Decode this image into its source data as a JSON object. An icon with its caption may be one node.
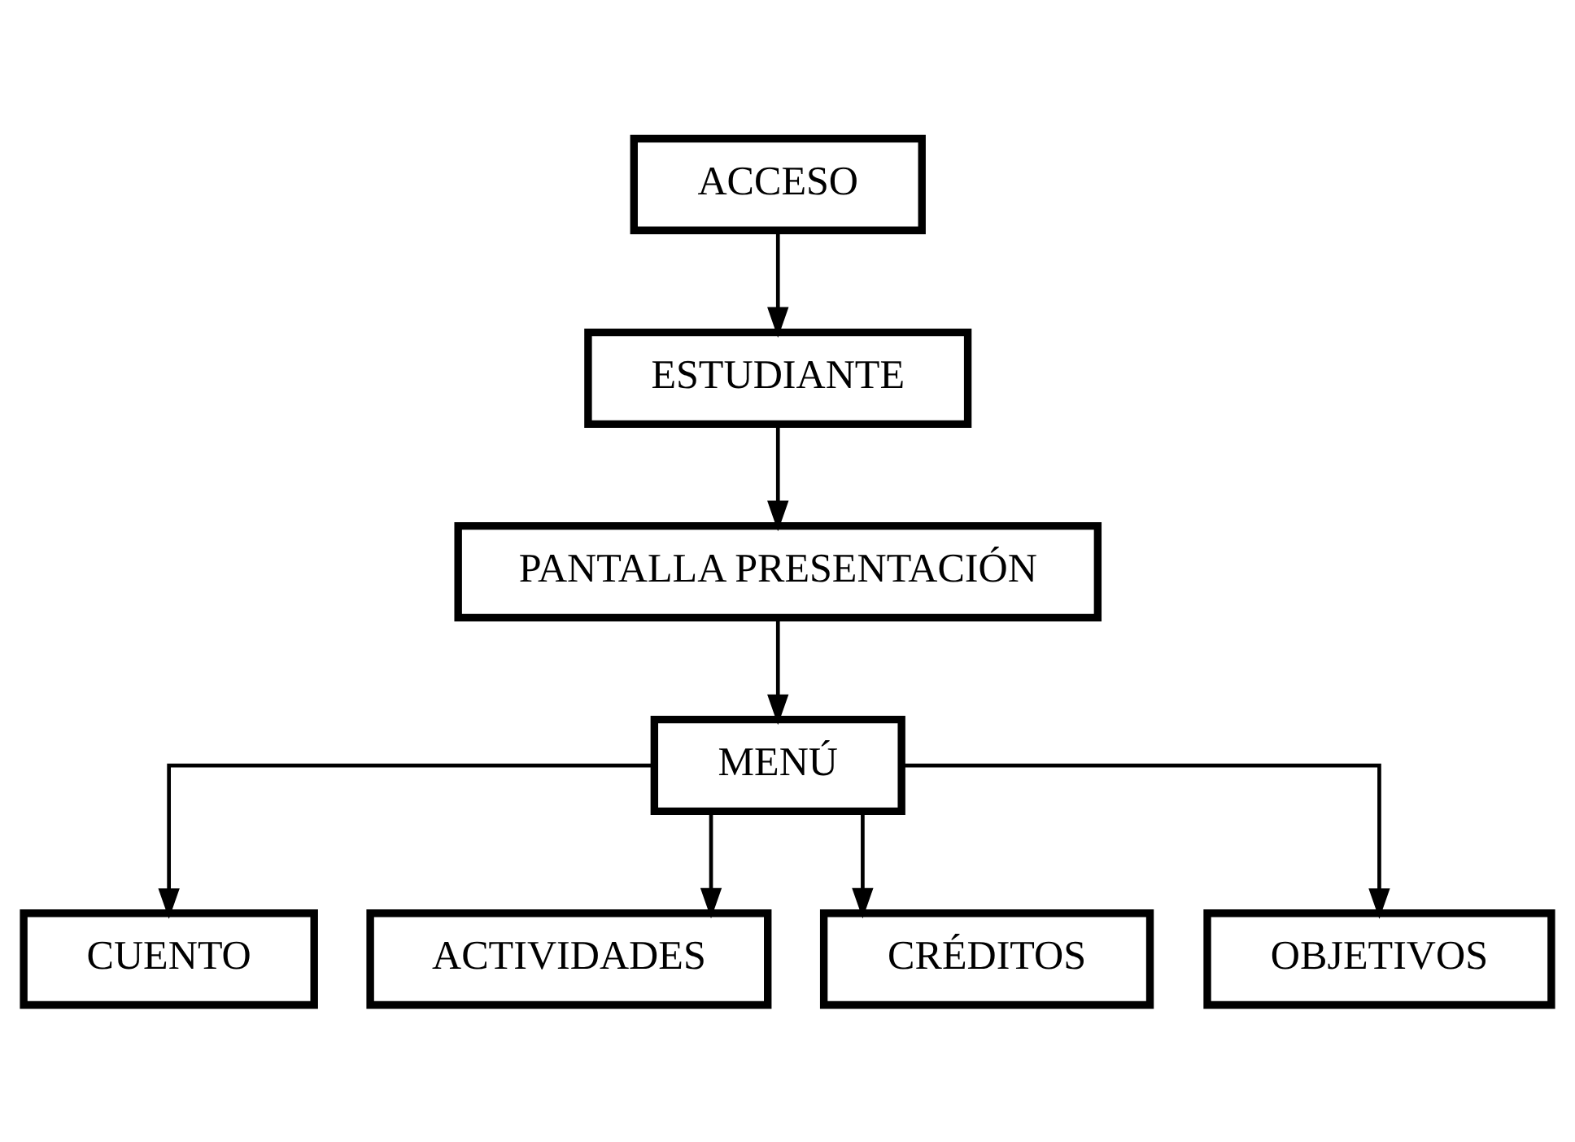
{
  "diagram": {
    "nodes": [
      {
        "text": [
          "ACCESO"
        ]
      },
      {
        "text": [
          "ESTUDIANTE"
        ]
      },
      {
        "text": [
          "PANTALLA PRESENTACIÓN"
        ]
      },
      {
        "text": [
          "MENÚ"
        ]
      },
      {
        "text": [
          "CUENTO"
        ]
      },
      {
        "text": [
          "ACTIVIDADES"
        ]
      },
      {
        "text": [
          "CRÉDITOS"
        ]
      },
      {
        "text": [
          "OBJETIVOS"
        ]
      }
    ],
    "edges": [
      {
        "from": 0,
        "to": 1,
        "arrow": "to"
      },
      {
        "from": 1,
        "to": 2,
        "arrow": "to"
      },
      {
        "from": 2,
        "to": 3,
        "arrow": "to"
      },
      {
        "from": 3,
        "to": 4,
        "arrow": "to"
      },
      {
        "from": 3,
        "to": 5,
        "arrow": "to"
      },
      {
        "from": 3,
        "to": 6,
        "arrow": "to"
      },
      {
        "from": 3,
        "to": 7,
        "arrow": "to"
      }
    ]
  }
}
